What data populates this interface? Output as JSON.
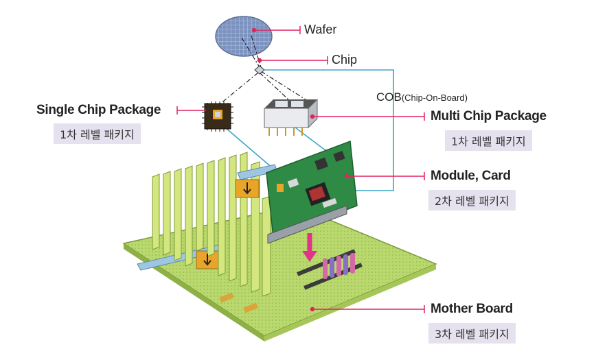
{
  "labels": {
    "wafer": "Wafer",
    "chip": "Chip",
    "cob_main": "COB",
    "cob_sub": "(Chip-On-Board)",
    "single_chip": "Single Chip Package",
    "single_chip_level": "1차 레벨 패키지",
    "multi_chip": "Multi Chip Package",
    "multi_chip_level": "1차 레벨 패키지",
    "module_card": "Module, Card",
    "module_card_level": "2차 레벨 패키지",
    "mother_board": "Mother Board",
    "mother_board_level": "3차 레벨 패키지"
  },
  "colors": {
    "leader_line": "#e0245e",
    "cob_line": "#3aa6c8",
    "tag_bg": "#e6e1ee",
    "board_green": "#b8d86a",
    "card_green": "#2f8a45",
    "arrow": "#e0338a"
  }
}
